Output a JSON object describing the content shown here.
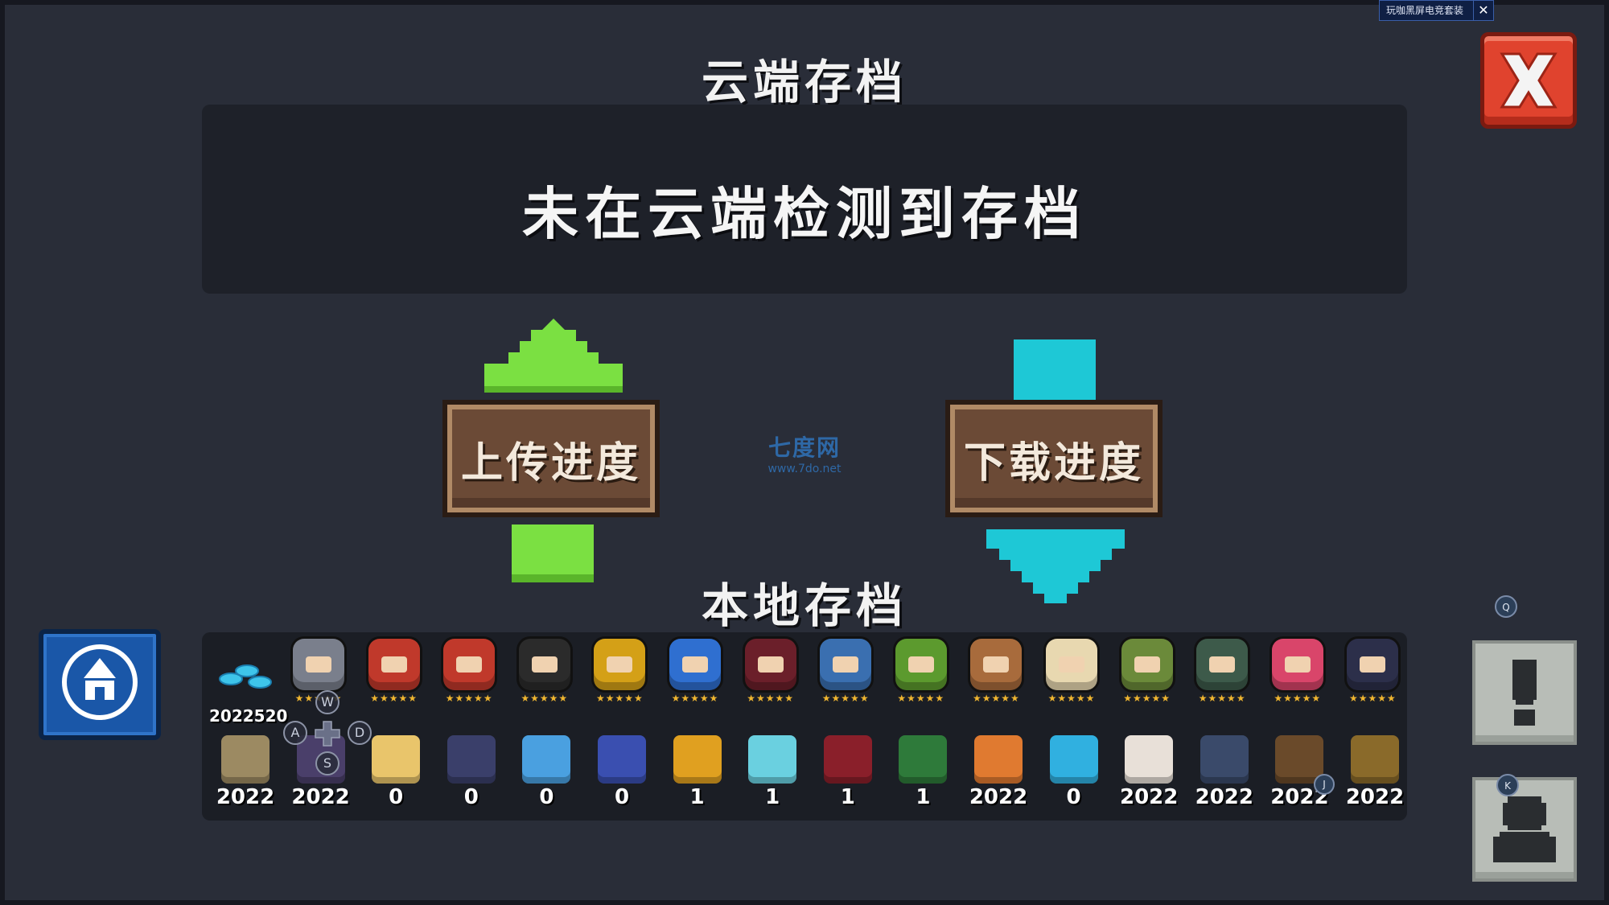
{
  "overlay": {
    "text": "玩咖黑屏电竞套装",
    "close_glyph": "✕"
  },
  "titles": {
    "cloud": "云端存档",
    "local": "本地存档"
  },
  "cloud": {
    "message": "未在云端检测到存档"
  },
  "buttons": {
    "upload": "上传进度",
    "download": "下载进度"
  },
  "watermark": {
    "name": "七度网",
    "url": "www.7do.net"
  },
  "characters": {
    "gems_value": "2022520",
    "stars": "★★★★★",
    "colors": [
      "#7a7f8c",
      "#c0392b",
      "#c0392b",
      "#2b2b2b",
      "#d4a017",
      "#2f6fd0",
      "#6b1f2a",
      "#3a6fb0",
      "#5c9a2e",
      "#a86b3c",
      "#e8d8b0",
      "#6b8a3a",
      "#3d5a4a",
      "#d9456a",
      "#2c2f4a"
    ]
  },
  "items": {
    "values": [
      "2022",
      "2022",
      "0",
      "0",
      "0",
      "0",
      "1",
      "1",
      "1",
      "1",
      "2022",
      "0",
      "2022",
      "2022",
      "2022",
      "2022"
    ],
    "colors": [
      "#9c8a62",
      "#4a3f6a",
      "#e9c56b",
      "#3a3f6a",
      "#4aa0e0",
      "#3a4fb0",
      "#e0a020",
      "#6ad0e0",
      "#8a1f2a",
      "#2e7a3a",
      "#e07a30",
      "#30b0e0",
      "#e8e0d8",
      "#3a4a6a",
      "#6a4a2a",
      "#8a6a2a"
    ]
  },
  "dpad": {
    "w": "W",
    "a": "A",
    "s": "S",
    "d": "D"
  },
  "badges": {
    "q": "Q",
    "k": "K",
    "j": "J"
  },
  "colors": {
    "background": "#292d38",
    "panel": "#1e2129",
    "upload_arrow": "#7be042",
    "download_arrow": "#1ec8d6",
    "button_brown": "#6b4a36",
    "close_red": "#e0432e",
    "side_gray": "#b8bdb7",
    "logo_blue": "#1a57a8"
  }
}
